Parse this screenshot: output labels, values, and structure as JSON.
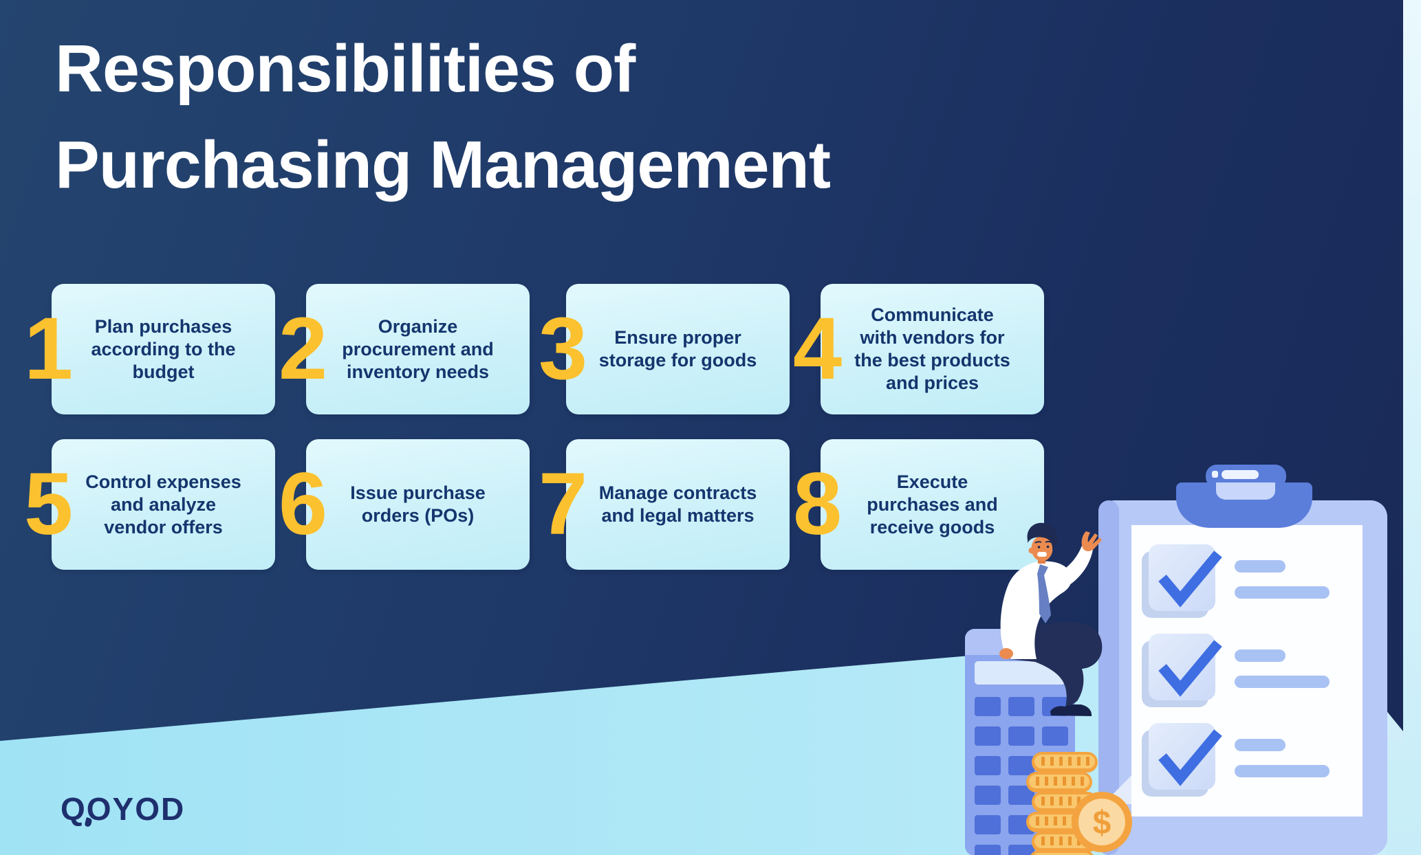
{
  "title": {
    "line1": "Responsibilities of",
    "line2": "Purchasing Management"
  },
  "cards": [
    {
      "number": "1",
      "lines": [
        "Plan purchases",
        "according to the",
        "budget"
      ]
    },
    {
      "number": "2",
      "lines": [
        "Organize",
        "procurement and",
        "inventory needs"
      ]
    },
    {
      "number": "3",
      "lines": [
        "Ensure proper",
        "storage for goods"
      ]
    },
    {
      "number": "4",
      "lines": [
        "Communicate",
        "with vendors for",
        "the best products",
        "and prices"
      ]
    },
    {
      "number": "5",
      "lines": [
        "Control expenses",
        "and analyze",
        "vendor offers"
      ]
    },
    {
      "number": "6",
      "lines": [
        "Issue purchase",
        "orders (POs)"
      ]
    },
    {
      "number": "7",
      "lines": [
        "Manage contracts",
        "and legal matters"
      ]
    },
    {
      "number": "8",
      "lines": [
        "Execute",
        "purchases and",
        "receive goods"
      ]
    }
  ],
  "logo": {
    "text": "QOYOD"
  },
  "illustration": {
    "dollar_symbol": "$",
    "elements": [
      "clipboard",
      "checklist",
      "clip",
      "calculator",
      "businessman",
      "coin-stack",
      "dollar-coin"
    ]
  },
  "colors": {
    "background_navy": "#1f3a69",
    "card_fill": "#cdeff8",
    "card_text_navy": "#14356d",
    "number_yellow": "#fcc12f",
    "wave_cyan": "#a8e6f6",
    "clipboard_periwinkle": "#b7c9f7",
    "clip_blue": "#5b7edb",
    "check_blue": "#3e6ee2",
    "coin_orange": "#f3a440",
    "logo_navy": "#1e2f6e",
    "title_white": "#ffffff"
  }
}
